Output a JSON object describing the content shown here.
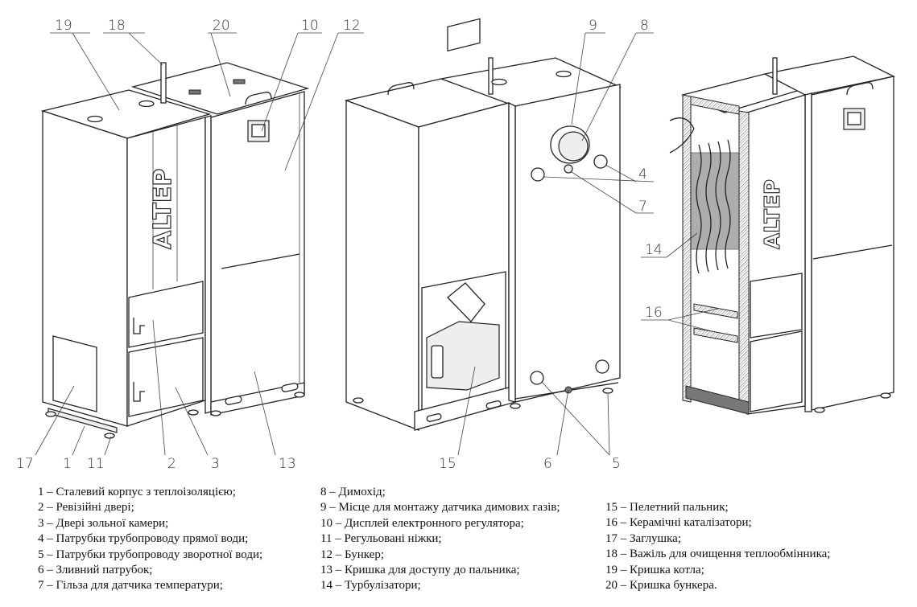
{
  "figure": {
    "brand_text": "ALTEP",
    "callouts": {
      "c1": "1",
      "c2": "2",
      "c3": "3",
      "c4": "4",
      "c5": "5",
      "c6": "6",
      "c7": "7",
      "c8": "8",
      "c9": "9",
      "c10": "10",
      "c11": "11",
      "c12": "12",
      "c13": "13",
      "c14": "14",
      "c15": "15",
      "c16": "16",
      "c17": "17",
      "c18": "18",
      "c19": "19",
      "c20": "20"
    }
  },
  "legend": {
    "column1": [
      "1 – Сталевий корпус з теплоізоляцією;",
      "2 – Ревізійні двері;",
      "3 – Двері зольної камери;",
      "4 – Патрубки трубопроводу прямої води;",
      "5 – Патрубки трубопроводу зворотної води;",
      "6 – Зливний патрубок;",
      "7 – Гільза для датчика температури;"
    ],
    "column2": [
      "8 – Димохід;",
      "9 – Місце для монтажу датчика димових газів;",
      "10 – Дисплей електронного регулятора;",
      "11 – Регульовані ніжки;",
      "12 – Бункер;",
      "13 – Кришка для доступу до пальника;",
      "14 – Турбулізатори;"
    ],
    "column3": [
      "15 – Пелетний пальник;",
      "16 – Керамічні каталізатори;",
      "17 – Заглушка;",
      "18 – Важіль для очищення теплообмінника;",
      "19 – Кришка котла;",
      "20 – Кришка бункера."
    ]
  }
}
